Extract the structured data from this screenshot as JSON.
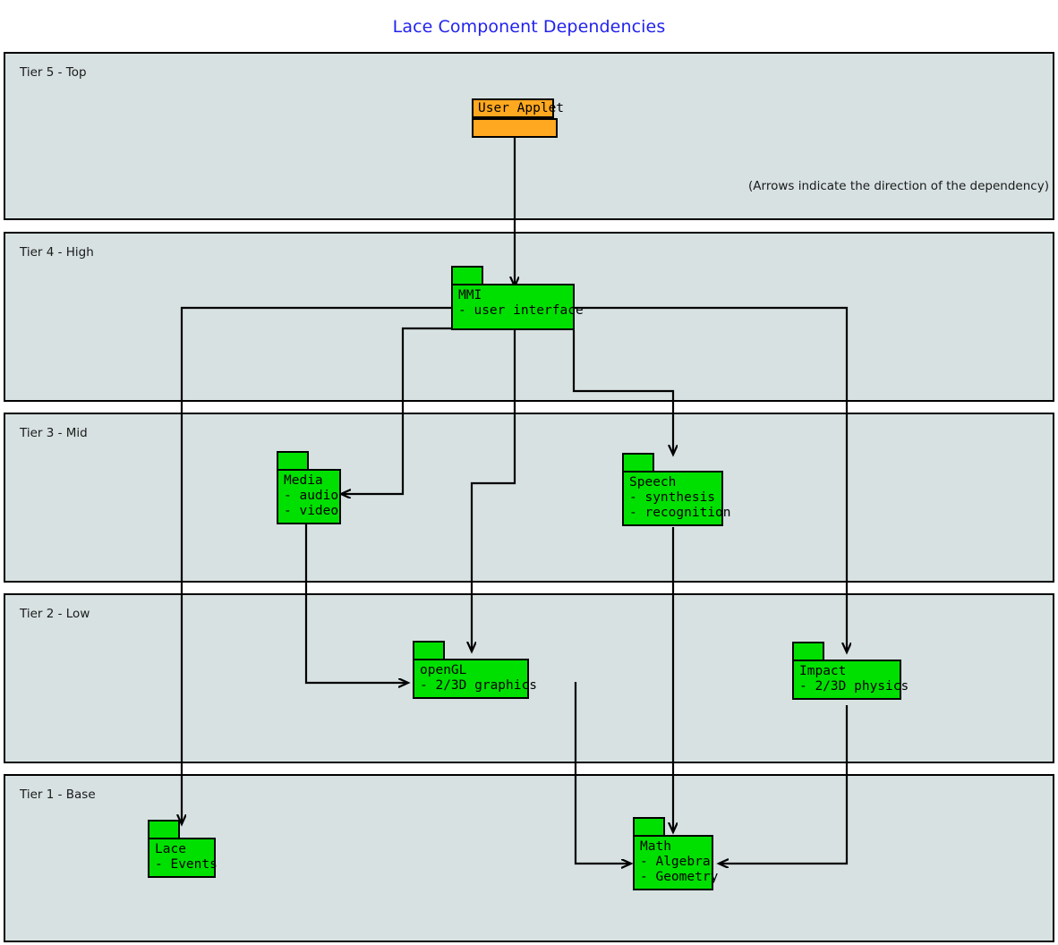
{
  "title": "Lace Component Dependencies",
  "title_color": "#2222ee",
  "colors": {
    "tier_fill": "#d7e1e1",
    "node_fill": "#00e000",
    "applet_fill": "#ffa820",
    "stroke": "#000000"
  },
  "note": "(Arrows indicate the direction of the dependency)",
  "tiers": [
    {
      "id": "tier5",
      "label": "Tier 5 - Top"
    },
    {
      "id": "tier4",
      "label": "Tier 4 - High"
    },
    {
      "id": "tier3",
      "label": "Tier 3 - Mid"
    },
    {
      "id": "tier2",
      "label": "Tier 2 - Low"
    },
    {
      "id": "tier1",
      "label": "Tier 1 - Base"
    }
  ],
  "nodes": {
    "user_applet": {
      "name": "User Applet",
      "detail": ""
    },
    "mmi": {
      "name": "MMI",
      "detail": "- user interface"
    },
    "media": {
      "name": "Media",
      "detail": "- audio\n- video"
    },
    "speech": {
      "name": "Speech",
      "detail": "- synthesis\n- recognition"
    },
    "opengl": {
      "name": "openGL",
      "detail": "- 2/3D graphics"
    },
    "impact": {
      "name": "Impact",
      "detail": "- 2/3D physics"
    },
    "lace": {
      "name": "Lace",
      "detail": "- Events"
    },
    "math": {
      "name": "Math",
      "detail": "- Algebra\n- Geometry"
    }
  },
  "node_text": {
    "user_applet": "User Applet",
    "mmi": "MMI\n- user interface",
    "media": "Media\n- audio\n- video",
    "speech": "Speech\n- synthesis\n- recognition",
    "opengl": "openGL\n- 2/3D graphics",
    "impact": "Impact\n- 2/3D physics",
    "lace": "Lace\n- Events",
    "math": "Math\n- Algebra\n- Geometry"
  },
  "edges": [
    {
      "from": "user_applet",
      "to": "mmi"
    },
    {
      "from": "mmi",
      "to": "media"
    },
    {
      "from": "mmi",
      "to": "speech"
    },
    {
      "from": "mmi",
      "to": "opengl"
    },
    {
      "from": "mmi",
      "to": "impact"
    },
    {
      "from": "mmi",
      "to": "lace"
    },
    {
      "from": "media",
      "to": "opengl"
    },
    {
      "from": "speech",
      "to": "math"
    },
    {
      "from": "opengl",
      "to": "math"
    },
    {
      "from": "impact",
      "to": "math"
    }
  ]
}
